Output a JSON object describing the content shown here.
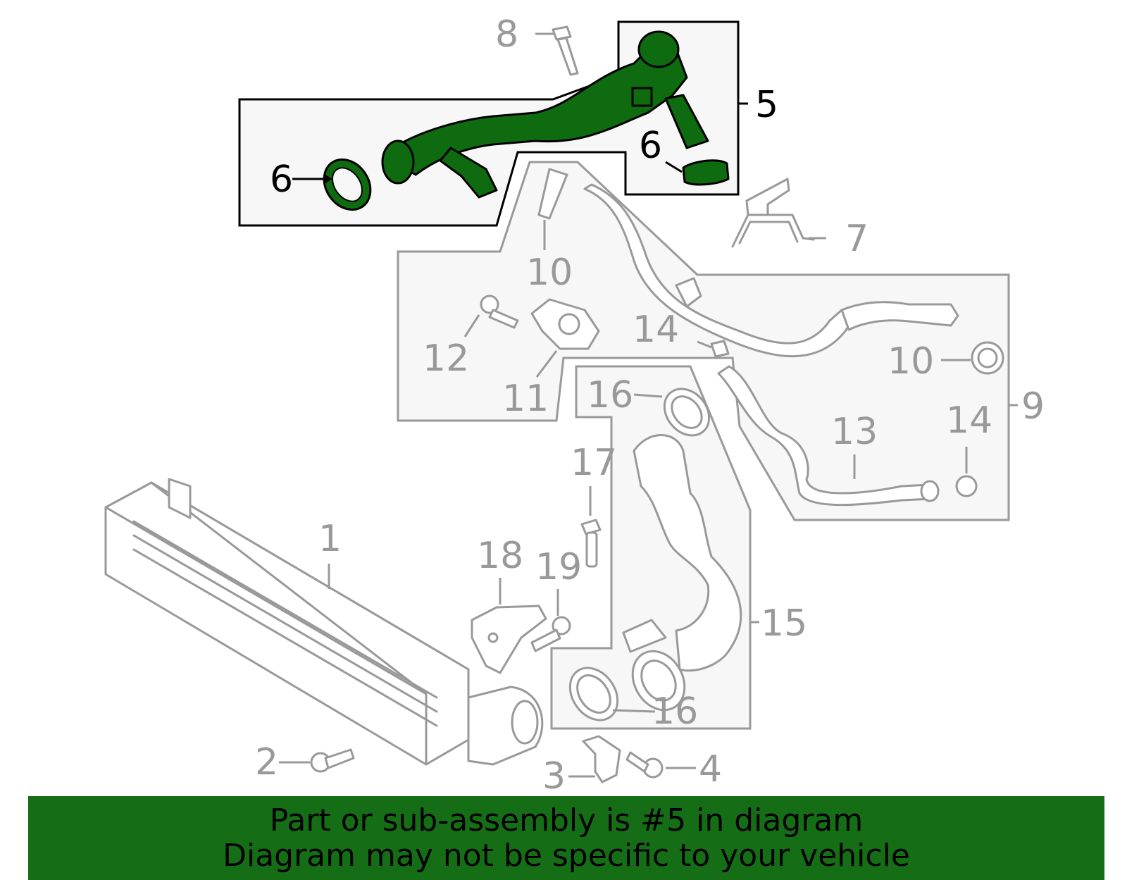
{
  "diagram": {
    "highlighted_part": "5",
    "callouts": {
      "c1": "1",
      "c2": "2",
      "c3": "3",
      "c4": "4",
      "c5": "5",
      "c6a": "6",
      "c6b": "6",
      "c7": "7",
      "c8": "8",
      "c9": "9",
      "c10a": "10",
      "c10b": "10",
      "c11": "11",
      "c12": "12",
      "c13": "13",
      "c14a": "14",
      "c14b": "14",
      "c15": "15",
      "c16a": "16",
      "c16b": "16",
      "c17": "17",
      "c18": "18",
      "c19": "19"
    },
    "colors": {
      "highlight": "#0f6b0f",
      "other_parts": "#999999",
      "banner": "#156e15"
    }
  },
  "footer": {
    "line1": "Part or sub-assembly is #5 in diagram",
    "line2": "Diagram may not be specific to your vehicle"
  }
}
